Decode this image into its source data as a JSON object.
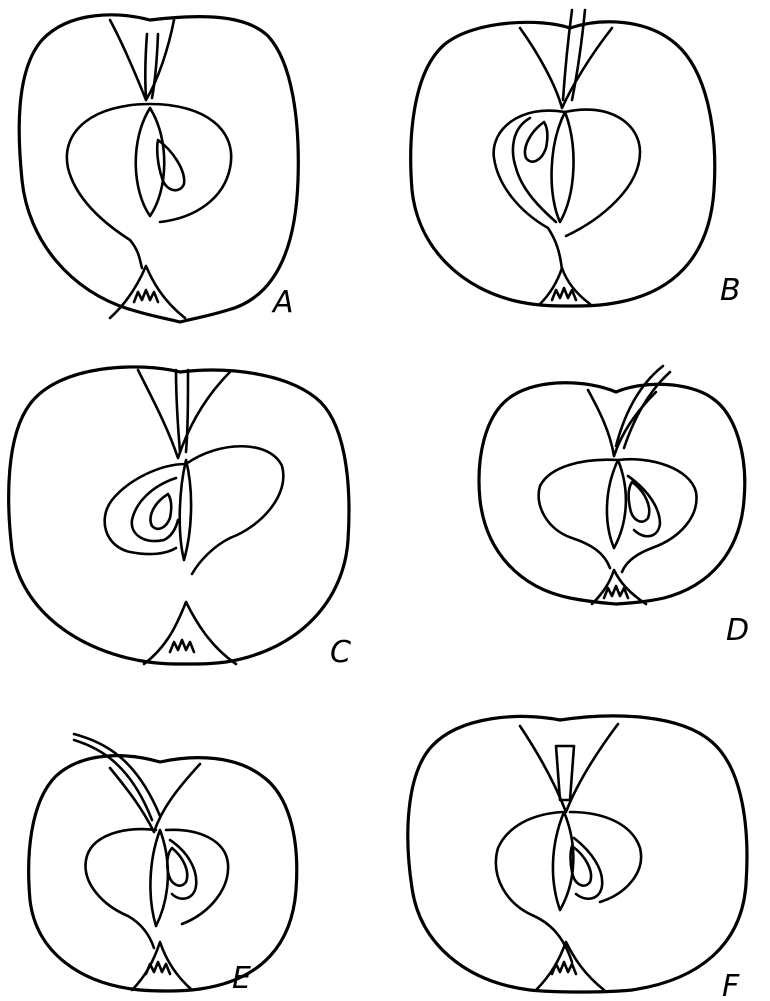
{
  "figure": {
    "panels": [
      {
        "id": "A",
        "label": "A"
      },
      {
        "id": "B",
        "label": "B"
      },
      {
        "id": "C",
        "label": "C"
      },
      {
        "id": "D",
        "label": "D"
      },
      {
        "id": "E",
        "label": "E"
      },
      {
        "id": "F",
        "label": "F"
      }
    ],
    "ink_color": "#000000",
    "paper_color": "#ffffff"
  }
}
